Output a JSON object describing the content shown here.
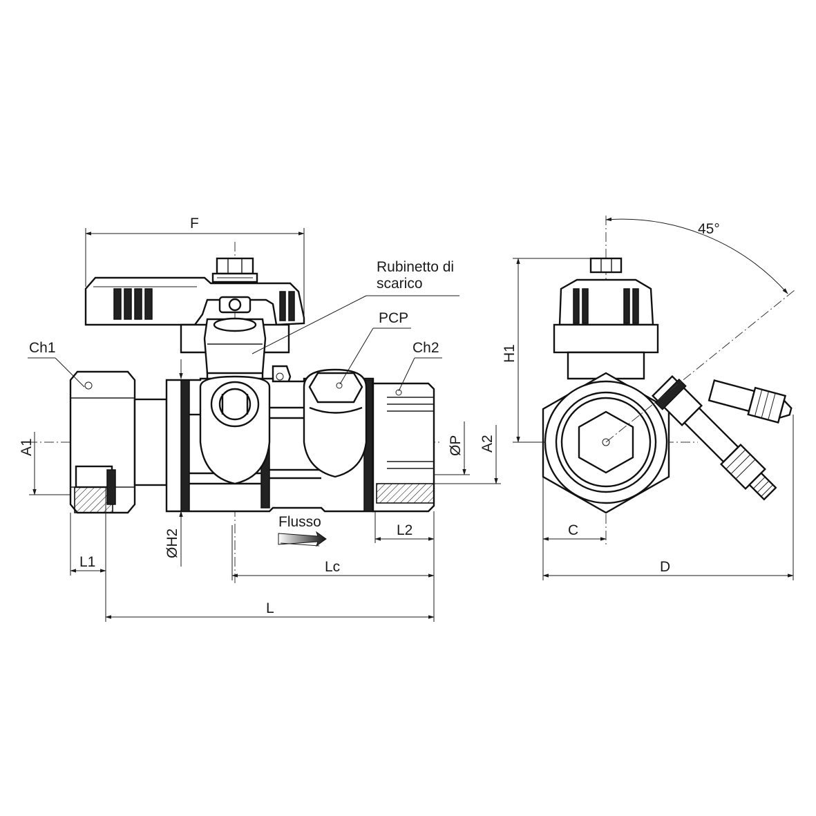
{
  "labels": {
    "F": "F",
    "rubinetto_line1": "Rubinetto di",
    "rubinetto_line2": "scarico",
    "pcp": "PCP",
    "ch1": "Ch1",
    "ch2": "Ch2",
    "a1": "A1",
    "p": "ØP",
    "a2": "A2",
    "h2": "ØH2",
    "flusso": "Flusso",
    "l1": "L1",
    "l2": "L2",
    "lc": "Lc",
    "l": "L",
    "h1": "H1",
    "angle": "45°",
    "c": "C",
    "d": "D"
  },
  "colors": {
    "line": "#1a1a1a",
    "fill_dark": "#222222",
    "background": "#ffffff"
  }
}
